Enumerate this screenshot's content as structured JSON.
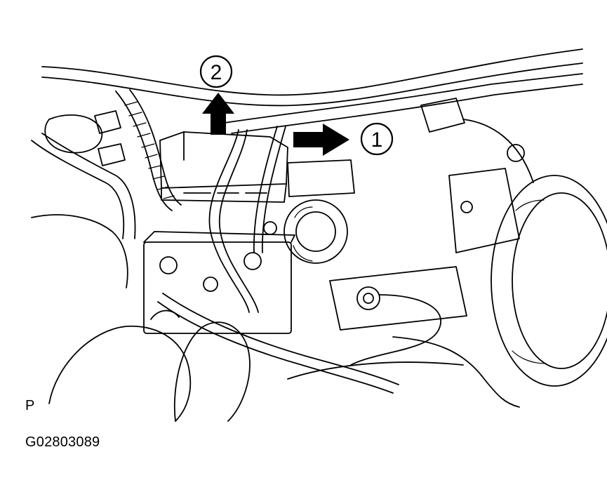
{
  "figure": {
    "view_code": "P",
    "figure_id": "G02803089"
  },
  "callouts": [
    {
      "label": "1",
      "meaning": ""
    },
    {
      "label": "2",
      "meaning": ""
    }
  ],
  "colors": {
    "ink": "#000000",
    "paper": "#ffffff"
  }
}
